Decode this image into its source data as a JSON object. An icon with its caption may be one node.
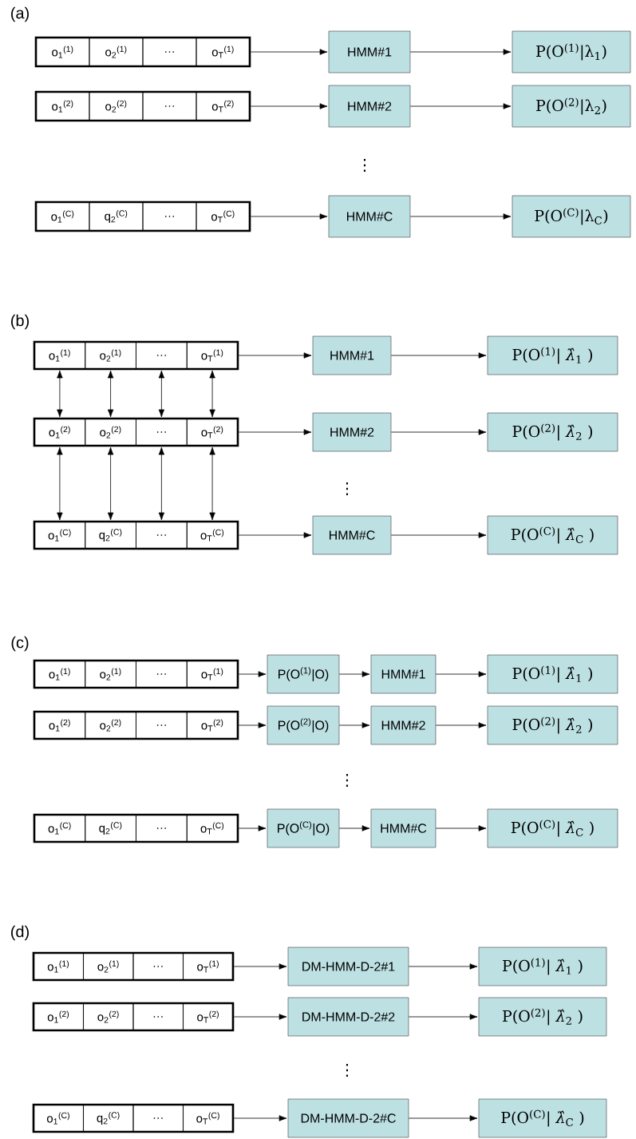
{
  "diagram": {
    "nodes": [
      {
        "text": [],
        "shape": "box"
      },
      {
        "text": [
          "o$_{1}$$^{(1)}$"
        ],
        "in": 0
      },
      {
        "text": [
          "o$_{2}$$^{(1)}$"
        ],
        "in": 0
      },
      {
        "text": [
          "…"
        ],
        "in": 0
      },
      {
        "text": [
          "o$_{T}$$^{(1)}$"
        ],
        "in": 0
      },
      {
        "text": [
          "HMM#1"
        ]
      },
      {
        "text": [
          "P(O$^{(1)}$|λ$_{1}$)"
        ]
      },
      {
        "text": [],
        "shape": "box"
      },
      {
        "text": [
          "o$_{1}$$^{(2)}$"
        ],
        "in": 7
      },
      {
        "text": [
          "o$_{2}$$^{(2)}$"
        ],
        "in": 7
      },
      {
        "text": [
          "…"
        ],
        "in": 7
      },
      {
        "text": [
          "o$_{T}$$^{(2)}$"
        ],
        "in": 7
      },
      {
        "text": [
          "HMM#2"
        ]
      },
      {
        "text": [
          "P(O$^{(2)}$|λ$_{2}$)"
        ]
      },
      {
        "text": [],
        "shape": "box"
      },
      {
        "text": [
          "o$_{1}$$^{(C)}$"
        ],
        "in": 14
      },
      {
        "text": [
          "q$_{2}$$^{(C)}$"
        ],
        "in": 14
      },
      {
        "text": [
          "…"
        ],
        "in": 14
      },
      {
        "text": [
          "o$_{T}$$^{(C)}$"
        ],
        "in": 14
      },
      {
        "text": [
          "HMM#C"
        ]
      },
      {
        "text": [
          "P(O$^{(C)}$|λ$_{C}$)"
        ]
      },
      {
        "text": [],
        "shape": "box"
      },
      {
        "text": [
          "o$_{1}$$^{(1)}$"
        ],
        "in": 21
      },
      {
        "text": [
          "o$_{2}$$^{(1)}$"
        ],
        "in": 21
      },
      {
        "text": [
          "…"
        ],
        "in": 21
      },
      {
        "text": [
          "o$_{T}$$^{(1)}$"
        ],
        "in": 21
      },
      {
        "text": [
          "HMM#1"
        ]
      },
      {
        "text": [
          "P(O$^{(1)}$| *λ̂*$_{1}$ )"
        ]
      },
      {
        "text": [],
        "shape": "box"
      },
      {
        "text": [
          "o$_{1}$$^{(2)}$"
        ],
        "in": 28
      },
      {
        "text": [
          "o$_{2}$$^{(2)}$"
        ],
        "in": 28
      },
      {
        "text": [
          "…"
        ],
        "in": 28
      },
      {
        "text": [
          "o$_{T}$$^{(2)}$"
        ],
        "in": 28
      },
      {
        "text": [
          "HMM#2"
        ]
      },
      {
        "text": [
          "P(O$^{(2)}$| *λ̂*$_{2}$ )"
        ]
      },
      {
        "text": [],
        "shape": "box"
      },
      {
        "text": [
          "o$_{1}$$^{(C)}$"
        ],
        "in": 35
      },
      {
        "text": [
          "q$_{2}$$^{(C)}$"
        ],
        "in": 35
      },
      {
        "text": [
          "…"
        ],
        "in": 35
      },
      {
        "text": [
          "o$_{T}$$^{(C)}$"
        ],
        "in": 35
      },
      {
        "text": [
          "HMM#C"
        ]
      },
      {
        "text": [
          "P(O$^{(C)}$| *λ̂*$_{C}$ )"
        ]
      },
      {
        "text": [],
        "shape": "box"
      },
      {
        "text": [
          "o$_{1}$$^{(1)}$"
        ],
        "in": 42
      },
      {
        "text": [
          "o$_{2}$$^{(1)}$"
        ],
        "in": 42
      },
      {
        "text": [
          "…"
        ],
        "in": 42
      },
      {
        "text": [
          "o$_{T}$$^{(1)}$"
        ],
        "in": 42
      },
      {
        "text": [
          "P(O$^{(1)}$|O)"
        ]
      },
      {
        "text": [
          "HMM#1"
        ]
      },
      {
        "text": [
          "P(O$^{(1)}$| *λ̂*$_{1}$ )"
        ]
      },
      {
        "text": [],
        "shape": "box"
      },
      {
        "text": [
          "o$_{1}$$^{(2)}$"
        ],
        "in": 50
      },
      {
        "text": [
          "o$_{2}$$^{(2)}$"
        ],
        "in": 50
      },
      {
        "text": [
          "…"
        ],
        "in": 50
      },
      {
        "text": [
          "o$_{T}$$^{(2)}$"
        ],
        "in": 50
      },
      {
        "text": [
          "P(O$^{(2)}$|O)"
        ]
      },
      {
        "text": [
          "HMM#2"
        ]
      },
      {
        "text": [
          "P(O$^{(2)}$| *λ̂*$_{2}$ )"
        ]
      },
      {
        "text": [],
        "shape": "box"
      },
      {
        "text": [
          "o$_{1}$$^{(C)}$"
        ],
        "in": 58
      },
      {
        "text": [
          "q$_{2}$$^{(C)}$"
        ],
        "in": 58
      },
      {
        "text": [
          "…"
        ],
        "in": 58
      },
      {
        "text": [
          "o$_{T}$$^{(C)}$"
        ],
        "in": 58
      },
      {
        "text": [
          "P(O$^{(C)}$|O)"
        ]
      },
      {
        "text": [
          "HMM#C"
        ]
      },
      {
        "text": [
          "P(O$^{(C)}$| *λ̂*$_{C}$ )"
        ]
      },
      {
        "text": [],
        "shape": "box"
      },
      {
        "text": [
          "o$_{1}$$^{(1)}$"
        ],
        "in": 66
      },
      {
        "text": [
          "o$_{2}$$^{(1)}$"
        ],
        "in": 66
      },
      {
        "text": [
          "…"
        ],
        "in": 66
      },
      {
        "text": [
          "o$_{T}$$^{(1)}$"
        ],
        "in": 66
      },
      {
        "text": [
          "DM-HMM-D-2#1"
        ]
      },
      {
        "text": [
          "P(O$^{(1)}$| *λ̂*$_{1}$ )"
        ]
      },
      {
        "text": [],
        "shape": "box"
      },
      {
        "text": [
          "o$_{1}$$^{(2)}$"
        ],
        "in": 73
      },
      {
        "text": [
          "o$_{2}$$^{(2)}$"
        ],
        "in": 73
      },
      {
        "text": [
          "…"
        ],
        "in": 73
      },
      {
        "text": [
          "o$_{T}$$^{(2)}$"
        ],
        "in": 73
      },
      {
        "text": [
          "DM-HMM-D-2#2"
        ]
      },
      {
        "text": [
          "P(O$^{(2)}$| *λ̂*$_{2}$ )"
        ]
      },
      {
        "text": [],
        "shape": "box"
      },
      {
        "text": [
          "o$_{1}$$^{(C)}$"
        ],
        "in": 80
      },
      {
        "text": [
          "q$_{2}$$^{(C)}$"
        ],
        "in": 80
      },
      {
        "text": [
          "…"
        ],
        "in": 80
      },
      {
        "text": [
          "o$_{T}$$^{(C)}$"
        ],
        "in": 80
      },
      {
        "text": [
          "DM-HMM-D-2#C"
        ]
      },
      {
        "text": [
          "P(O$^{(C)}$| *λ̂*$_{C}$ )"
        ]
      }
    ],
    "edges": [
      {
        "from": 0,
        "to": 5,
        "arrow": "to"
      },
      {
        "from": 5,
        "to": 6,
        "arrow": "to"
      },
      {
        "from": 7,
        "to": 12,
        "arrow": "to"
      },
      {
        "from": 12,
        "to": 13,
        "arrow": "to"
      },
      {
        "from": 14,
        "to": 19,
        "arrow": "to"
      },
      {
        "from": 19,
        "to": 20,
        "arrow": "to"
      },
      {
        "from": 21,
        "to": 26,
        "arrow": "to"
      },
      {
        "from": 26,
        "to": 27,
        "arrow": "to"
      },
      {
        "from": 28,
        "to": 33,
        "arrow": "to"
      },
      {
        "from": 33,
        "to": 34,
        "arrow": "to"
      },
      {
        "from": 35,
        "to": 40,
        "arrow": "to"
      },
      {
        "from": 40,
        "to": 41,
        "arrow": "to"
      },
      {
        "from": 22,
        "to": 29,
        "arrow": "both"
      },
      {
        "from": 23,
        "to": 30,
        "arrow": "both"
      },
      {
        "from": 24,
        "to": 31,
        "arrow": "both"
      },
      {
        "from": 25,
        "to": 32,
        "arrow": "both"
      },
      {
        "from": 29,
        "to": 36,
        "arrow": "both"
      },
      {
        "from": 30,
        "to": 37,
        "arrow": "both"
      },
      {
        "from": 31,
        "to": 38,
        "arrow": "both"
      },
      {
        "from": 32,
        "to": 39,
        "arrow": "both"
      },
      {
        "from": 42,
        "to": 47,
        "arrow": "to"
      },
      {
        "from": 47,
        "to": 48,
        "arrow": "to"
      },
      {
        "from": 48,
        "to": 49,
        "arrow": "to"
      },
      {
        "from": 50,
        "to": 55,
        "arrow": "to"
      },
      {
        "from": 55,
        "to": 56,
        "arrow": "to"
      },
      {
        "from": 56,
        "to": 57,
        "arrow": "to"
      },
      {
        "from": 58,
        "to": 63,
        "arrow": "to"
      },
      {
        "from": 63,
        "to": 64,
        "arrow": "to"
      },
      {
        "from": 64,
        "to": 65,
        "arrow": "to"
      },
      {
        "from": 66,
        "to": 71,
        "arrow": "to"
      },
      {
        "from": 71,
        "to": 72,
        "arrow": "to"
      },
      {
        "from": 73,
        "to": 78,
        "arrow": "to"
      },
      {
        "from": 78,
        "to": 79,
        "arrow": "to"
      },
      {
        "from": 80,
        "to": 85,
        "arrow": "to"
      },
      {
        "from": 85,
        "to": 86,
        "arrow": "to"
      }
    ],
    "labels": [
      "(a)",
      "⋮",
      "(b)",
      "⋮",
      "(c)",
      "⋮",
      "(d)",
      "⋮"
    ]
  }
}
